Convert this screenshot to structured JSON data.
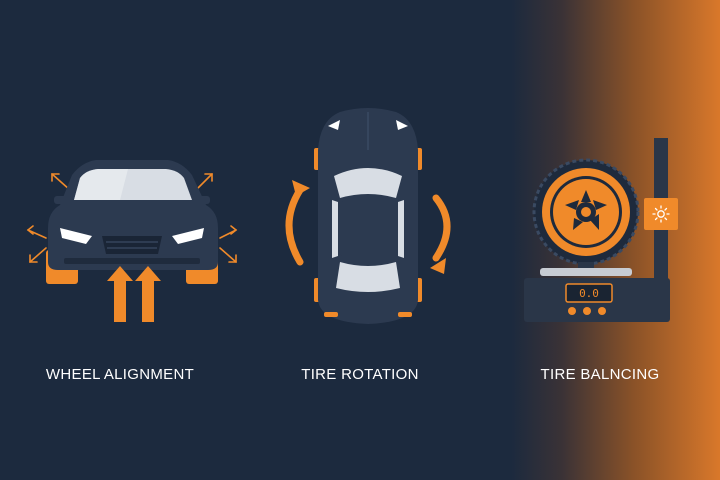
{
  "panels": [
    {
      "caption": "WHEEL ALIGNMENT",
      "icon": "car-front-alignment-icon"
    },
    {
      "caption": "TIRE ROTATION",
      "icon": "car-top-rotation-icon"
    },
    {
      "caption": "TIRE BALNCING",
      "icon": "wheel-balancer-icon"
    }
  ],
  "balancer": {
    "display": "0.0"
  },
  "colors": {
    "background": "#1c2a3e",
    "accent": "#f08a2a",
    "car_body": "#2c3a50",
    "glass": "#d8dde4"
  }
}
